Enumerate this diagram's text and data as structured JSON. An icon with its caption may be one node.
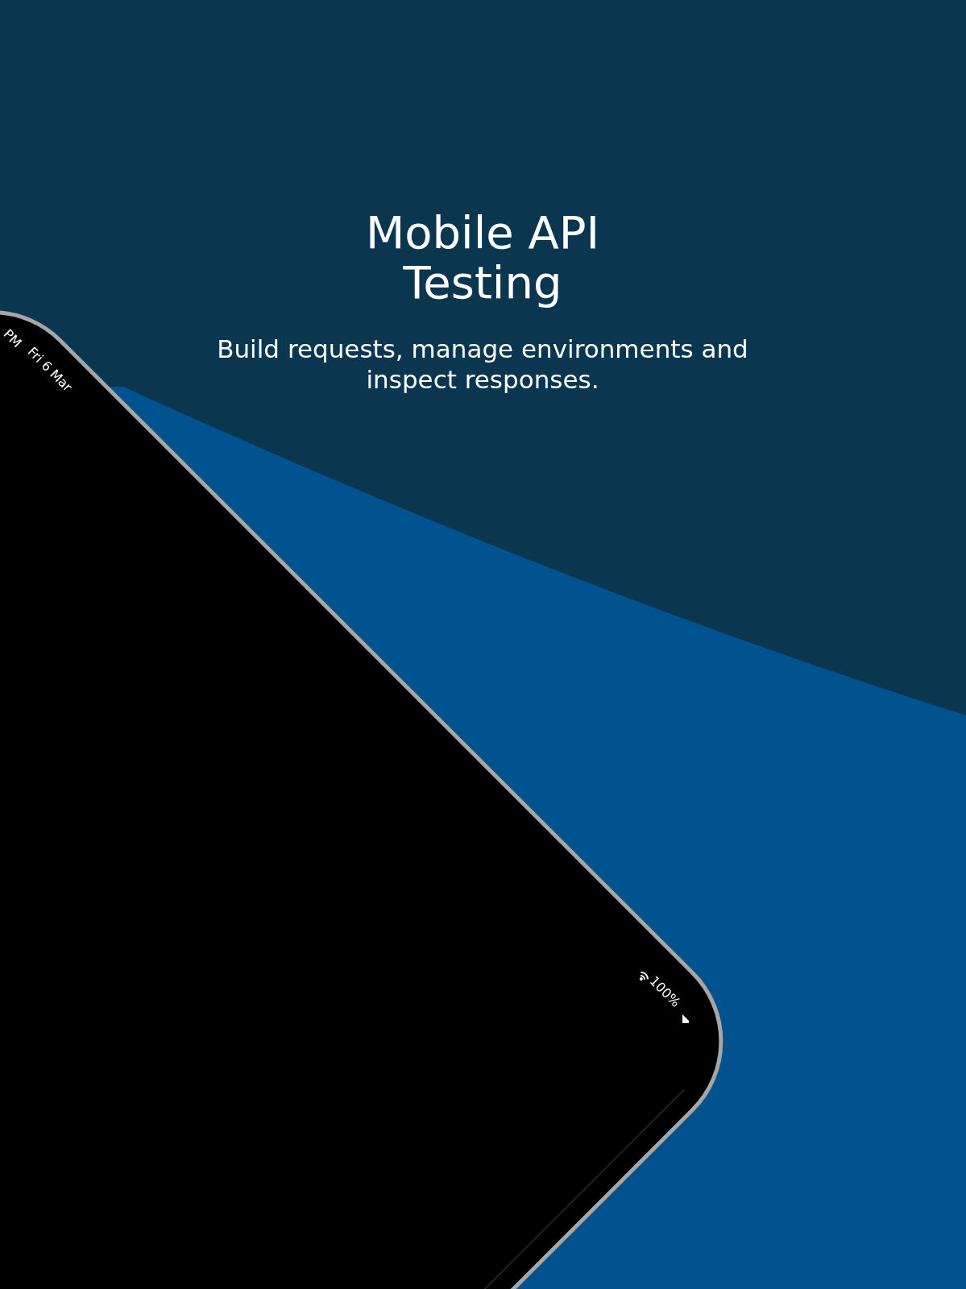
{
  "diagram": {
    "title": "Mobile API Testing",
    "labels": [
      "Build requests, manage environments and inspect responses.",
      "PM",
      "Fri 6 Mar",
      "100%"
    ]
  }
}
